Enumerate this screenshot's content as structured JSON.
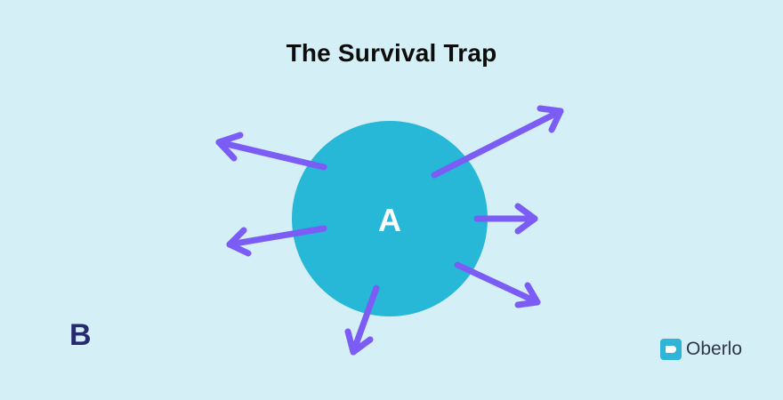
{
  "title": "The Survival Trap",
  "circle_label": "A",
  "outside_label": "B",
  "logo": {
    "text": "Oberlo",
    "icon": "tag-icon"
  },
  "colors": {
    "background": "#d4eff6",
    "circle": "#27b7d7",
    "arrow": "#7b5cf5",
    "title": "#0d0d0d",
    "label_b": "#262a6e",
    "logo_icon": "#30b4d8"
  },
  "arrows": [
    {
      "name": "arrow-upper-left",
      "direction": "upper-left"
    },
    {
      "name": "arrow-left",
      "direction": "left"
    },
    {
      "name": "arrow-down",
      "direction": "down"
    },
    {
      "name": "arrow-lower-right",
      "direction": "lower-right"
    },
    {
      "name": "arrow-right",
      "direction": "right"
    },
    {
      "name": "arrow-upper-right",
      "direction": "upper-right"
    }
  ]
}
